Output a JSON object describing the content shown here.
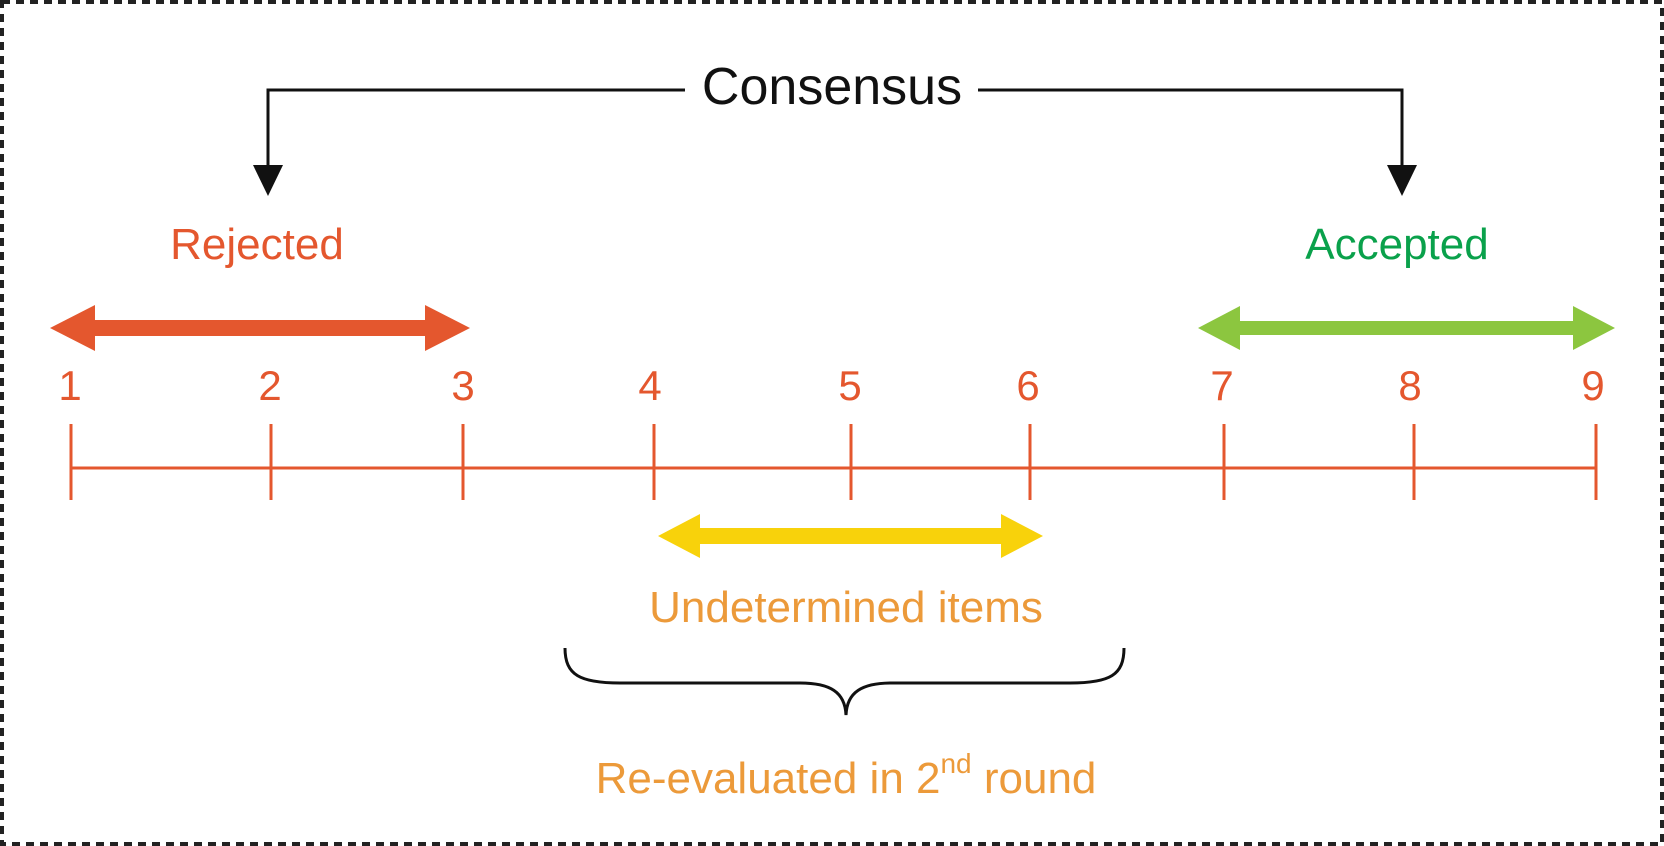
{
  "consensus": {
    "label": "Consensus"
  },
  "rejected": {
    "label": "Rejected",
    "range": [
      1,
      3
    ],
    "color": "#e4572e"
  },
  "accepted": {
    "label": "Accepted",
    "range": [
      7,
      9
    ],
    "color": "#8cc63f",
    "label_color": "#0aa14b"
  },
  "undetermined": {
    "label": "Undetermined items",
    "range": [
      4,
      6
    ],
    "color": "#f8d20b",
    "label_color": "#ec9a3a"
  },
  "reevaluated": {
    "prefix": "Re-evaluated in 2",
    "superscript": "nd",
    "suffix": " round"
  },
  "scale": {
    "ticks": [
      "1",
      "2",
      "3",
      "4",
      "5",
      "6",
      "7",
      "8",
      "9"
    ],
    "color": "#e4572e"
  },
  "colors": {
    "frame": "#222222",
    "ink": "#111111"
  }
}
